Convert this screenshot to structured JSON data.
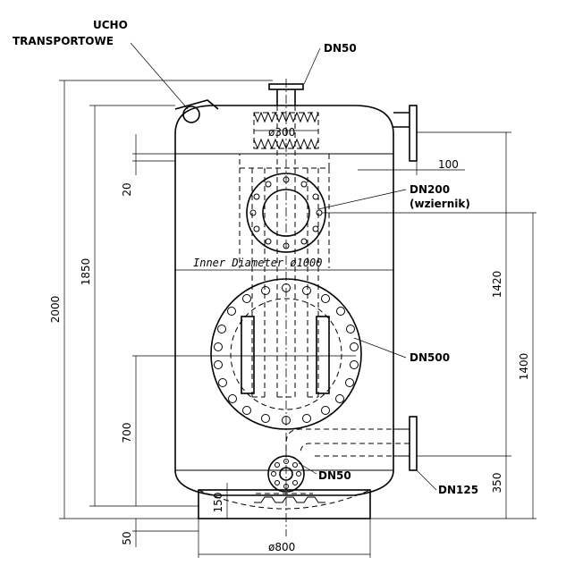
{
  "labels": {
    "ucho_line1": "UCHO",
    "ucho_line2": "TRANSPORTOWE",
    "dn50_top": "DN50",
    "dn200": "DN200",
    "wziernik": "(wziernik)",
    "dn500": "DN500",
    "dn50_bottom": "DN50",
    "dn125": "DN125",
    "inner_diameter": "Inner Diameter ø1000",
    "phi300": "ø300",
    "phi800": "ø800"
  },
  "dimensions": {
    "d2000": "2000",
    "d1850": "1850",
    "d700": "700",
    "d20": "20",
    "d150": "150",
    "d50": "50",
    "d100": "100",
    "d1420": "1420",
    "d1400": "1400",
    "d350": "350"
  }
}
